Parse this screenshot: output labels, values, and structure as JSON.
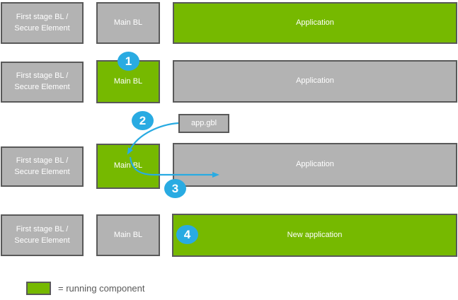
{
  "colors": {
    "running": "#76b900",
    "idle": "#b3b3b3",
    "box_border": "#595959",
    "accent_blue": "#29abe2",
    "box_text": "#ffffff",
    "legend_text": "#595959"
  },
  "rows": [
    {
      "cells": [
        {
          "label": "First stage BL / Secure Element",
          "state": "idle"
        },
        {
          "label": "Main BL",
          "state": "idle"
        },
        {
          "label": "Application",
          "state": "running"
        }
      ]
    },
    {
      "cells": [
        {
          "label": "First stage BL / Secure Element",
          "state": "idle"
        },
        {
          "label": "Main BL",
          "state": "running"
        },
        {
          "label": "Application",
          "state": "idle"
        }
      ]
    },
    {
      "cells": [
        {
          "label": "First stage BL / Secure Element",
          "state": "idle"
        },
        {
          "label": "Main BL",
          "state": "running"
        },
        {
          "label": "Application",
          "state": "idle"
        }
      ]
    },
    {
      "cells": [
        {
          "label": "First stage BL / Secure Element",
          "state": "idle"
        },
        {
          "label": "Main BL",
          "state": "idle"
        },
        {
          "label": "New application",
          "state": "running"
        }
      ]
    }
  ],
  "file_box": {
    "label": "app.gbl"
  },
  "steps": [
    {
      "number": "1"
    },
    {
      "number": "2"
    },
    {
      "number": "3"
    },
    {
      "number": "4"
    }
  ],
  "legend": {
    "label": "= running component"
  }
}
